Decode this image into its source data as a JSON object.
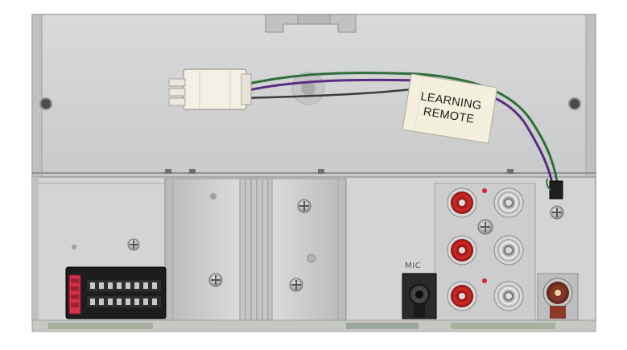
{
  "label_tag": {
    "line1": "LEARNING",
    "line2": "REMOTE"
  },
  "mic_label": "MIC",
  "colors": {
    "chassis": "#cfd0d1",
    "wire_green": "#2f6e3a",
    "wire_purple": "#5a2d82",
    "rca_red": "#c4201f",
    "rca_white": "#e8e8e8",
    "iso_connector_red": "#d6334a",
    "antenna_brown": "#8b3a2a"
  }
}
